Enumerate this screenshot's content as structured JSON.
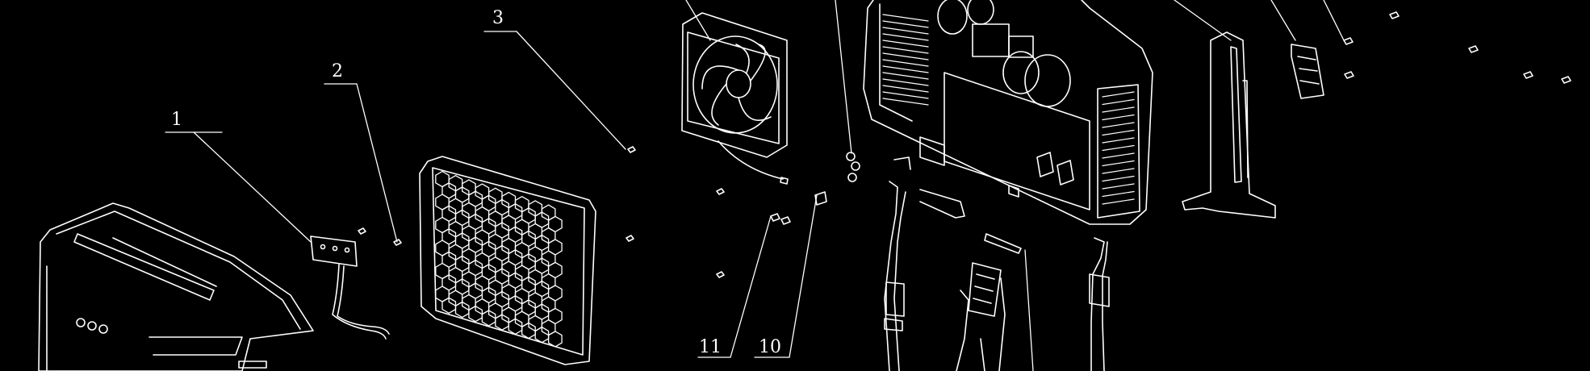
{
  "callouts": [
    {
      "id": "c1",
      "label": "1"
    },
    {
      "id": "c2",
      "label": "2"
    },
    {
      "id": "c3",
      "label": "3"
    },
    {
      "id": "c10",
      "label": "10"
    },
    {
      "id": "c11",
      "label": "11"
    }
  ],
  "colors": {
    "background": "#000000",
    "linework": "#ffffff"
  }
}
